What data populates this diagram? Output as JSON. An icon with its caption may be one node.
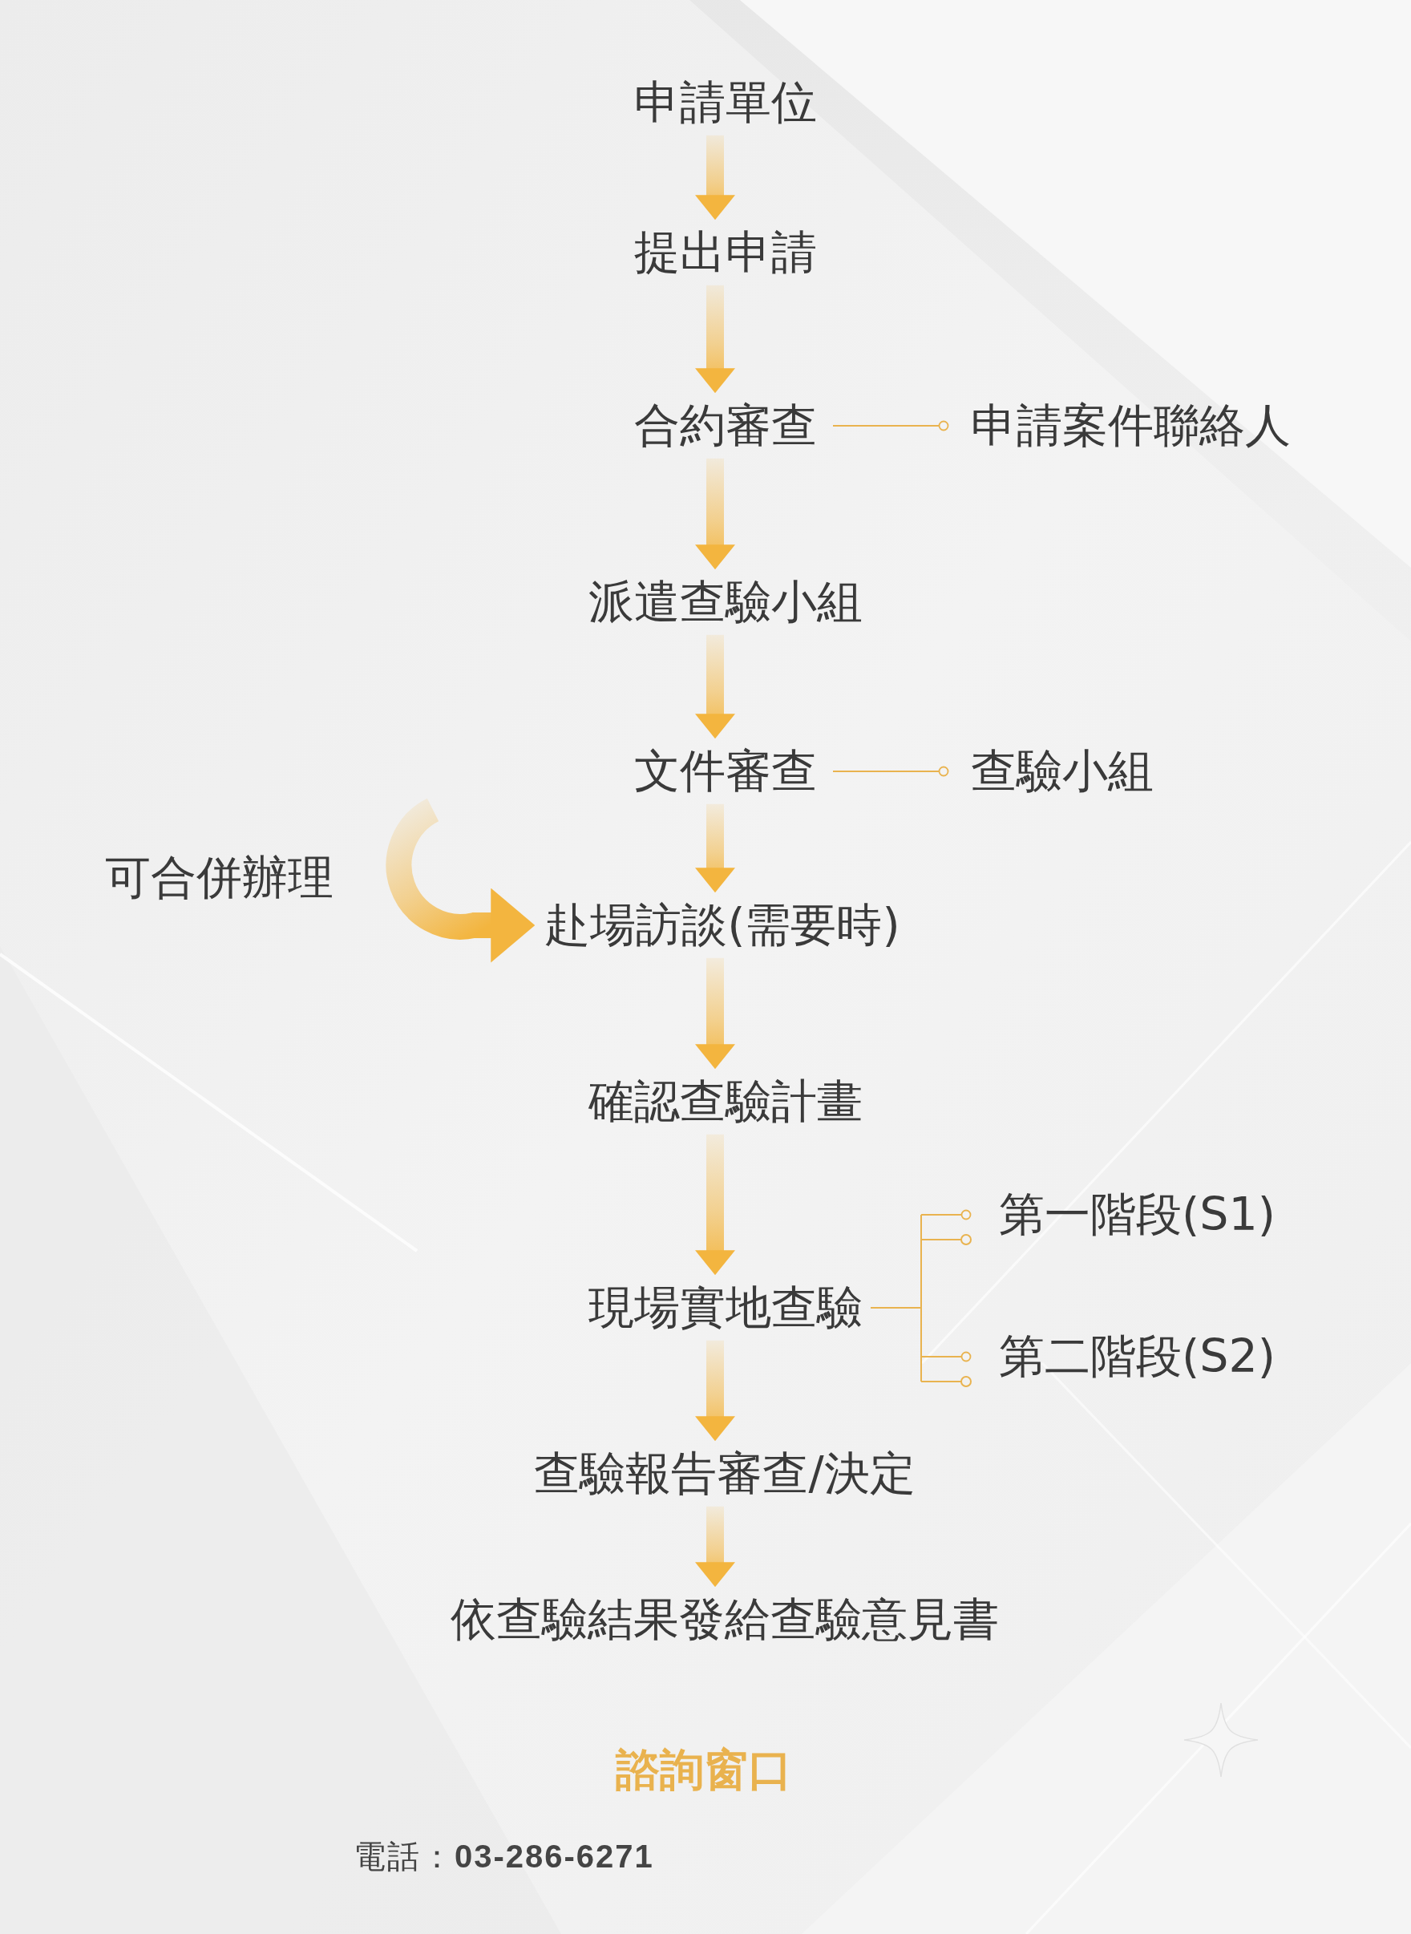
{
  "diagram": {
    "nodes": [
      {
        "text": [
          "申請單位"
        ]
      },
      {
        "text": [
          "提出申請"
        ]
      },
      {
        "text": [
          "合約審查"
        ]
      },
      {
        "text": [
          "申請案件聯絡人"
        ]
      },
      {
        "text": [
          "派遣查驗小組"
        ]
      },
      {
        "text": [
          "文件審查"
        ]
      },
      {
        "text": [
          "查驗小組"
        ]
      },
      {
        "text": [
          "赴場訪談(需要時)"
        ]
      },
      {
        "text": [
          "確認查驗計畫"
        ]
      },
      {
        "text": [
          "現場實地查驗"
        ]
      },
      {
        "text": [
          "第一階段(S1)"
        ]
      },
      {
        "text": [
          "第二階段(S2)"
        ]
      },
      {
        "text": [
          "查驗報告審查/決定"
        ]
      },
      {
        "text": [
          "依查驗結果發給查驗意見書"
        ]
      }
    ],
    "edges": [
      {
        "from": 0,
        "to": 1,
        "arrow": "to",
        "style": "thick"
      },
      {
        "from": 1,
        "to": 2,
        "arrow": "to",
        "style": "thick"
      },
      {
        "from": 2,
        "to": 3,
        "arrow": "other"
      },
      {
        "from": 2,
        "to": 4,
        "arrow": "to",
        "style": "thick"
      },
      {
        "from": 4,
        "to": 5,
        "arrow": "to",
        "style": "thick"
      },
      {
        "from": 5,
        "to": 6,
        "arrow": "other"
      },
      {
        "from": null,
        "to": 7,
        "arrow": "to",
        "style": "thick",
        "label": "可合併辦理"
      },
      {
        "from": 5,
        "to": 7,
        "arrow": "to",
        "style": "thick"
      },
      {
        "from": 7,
        "to": 8,
        "arrow": "to",
        "style": "thick"
      },
      {
        "from": 8,
        "to": 9,
        "arrow": "to",
        "style": "thick"
      },
      {
        "from": 9,
        "to": 10,
        "arrow": "other"
      },
      {
        "from": 9,
        "to": 11,
        "arrow": "other"
      },
      {
        "from": 9,
        "to": 12,
        "arrow": "to",
        "style": "thick"
      },
      {
        "from": 12,
        "to": 13,
        "arrow": "to",
        "style": "thick"
      }
    ],
    "labels": [
      "諮詢窗口",
      "電話：**03-286-6271**"
    ]
  }
}
